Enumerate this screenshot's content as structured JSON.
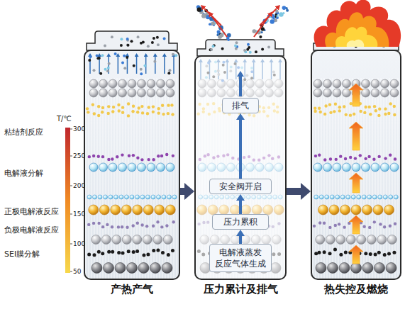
{
  "diagram": {
    "nodes": [
      {
        "text": [
          "产热产气"
        ]
      },
      {
        "text": [
          "压力累计及排气"
        ]
      },
      {
        "text": [
          "排气"
        ],
        "in": 1
      },
      {
        "text": [
          "安全阀开启"
        ],
        "in": 1
      },
      {
        "text": [
          "压力累积"
        ],
        "in": 1
      },
      {
        "text": [
          "电解液蒸发 反应气体生成"
        ],
        "in": 1
      },
      {
        "text": [
          "热失控及燃烧"
        ]
      }
    ],
    "edges": [
      {
        "from": 0,
        "to": 1,
        "arrow": "to"
      },
      {
        "from": 1,
        "to": 6,
        "arrow": "to"
      },
      {
        "from": 5,
        "to": 4,
        "arrow": "to"
      },
      {
        "from": 4,
        "to": 3,
        "arrow": "to"
      },
      {
        "from": 3,
        "to": 2,
        "arrow": "to"
      }
    ],
    "labels": [
      "T/℃",
      "300",
      "250",
      "200",
      "150",
      "100",
      "50",
      "粘结剂反应",
      "电解液分解",
      "正极电解液反应",
      "负极电解液反应",
      "SEI膜分解"
    ]
  }
}
